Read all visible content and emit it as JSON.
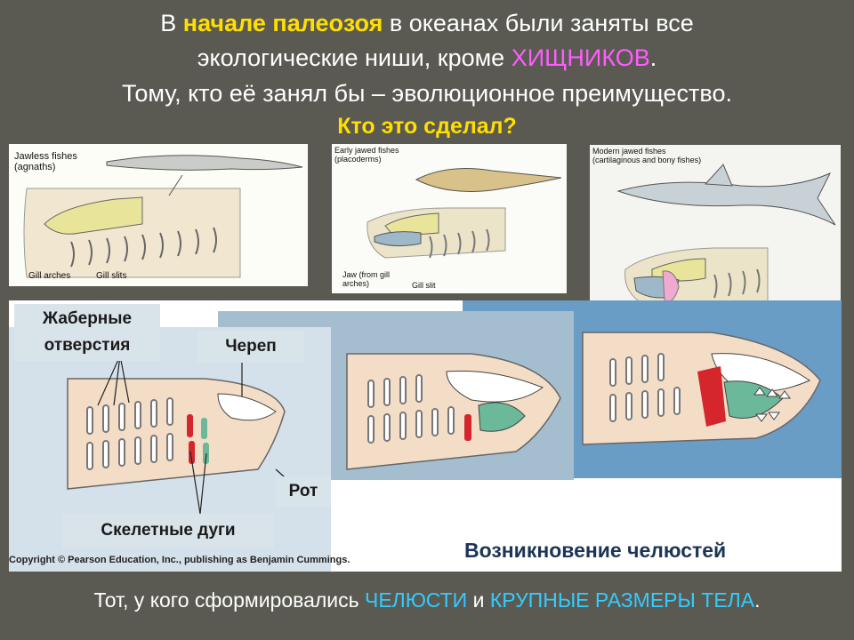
{
  "header": {
    "line1_prefix": "В ",
    "line1_highlight": "начале палеозоя",
    "line1_suffix": " в океанах были заняты все",
    "line2_prefix": "экологические ниши, кроме ",
    "line2_highlight": "ХИЩНИКОВ",
    "line2_suffix": ".",
    "line3": "Тому, кто её занял бы – эволюционное преимущество.",
    "line4": "Кто это сделал?"
  },
  "panels": {
    "jawless": {
      "title1": "Jawless fishes",
      "title2": "(agnaths)",
      "label_arches": "Gill arches",
      "label_slits": "Gill slits"
    },
    "early": {
      "title1": "Early jawed fishes",
      "title2": "(placoderms)",
      "label_jaw": "Jaw (from gill arches)",
      "label_slit": "Gill slit"
    },
    "modern": {
      "title1": "Modern jawed fishes",
      "title2": "(cartilaginous and bony fishes)"
    }
  },
  "diagram": {
    "label_gill_openings": "Жаберные отверстия",
    "label_skull": "Череп",
    "label_mouth": "Рот",
    "label_arches": "Скелетные дуги",
    "caption": "Возникновение челюстей",
    "copyright": "Copyright © Pearson Education, Inc., publishing as Benjamin Cummings."
  },
  "footer": {
    "prefix": "Тот, у кого сформировались ",
    "jaws": "ЧЕЛЮСТИ",
    "middle": " и ",
    "size": "КРУПНЫЕ РАЗМЕРЫ ТЕЛА",
    "suffix": "."
  },
  "colors": {
    "background": "#5a5a52",
    "yellow": "#ffde00",
    "magenta": "#ff5cff",
    "cyan": "#33ccff",
    "jaw_red": "#d4262c",
    "arch_green": "#6bb89a"
  }
}
